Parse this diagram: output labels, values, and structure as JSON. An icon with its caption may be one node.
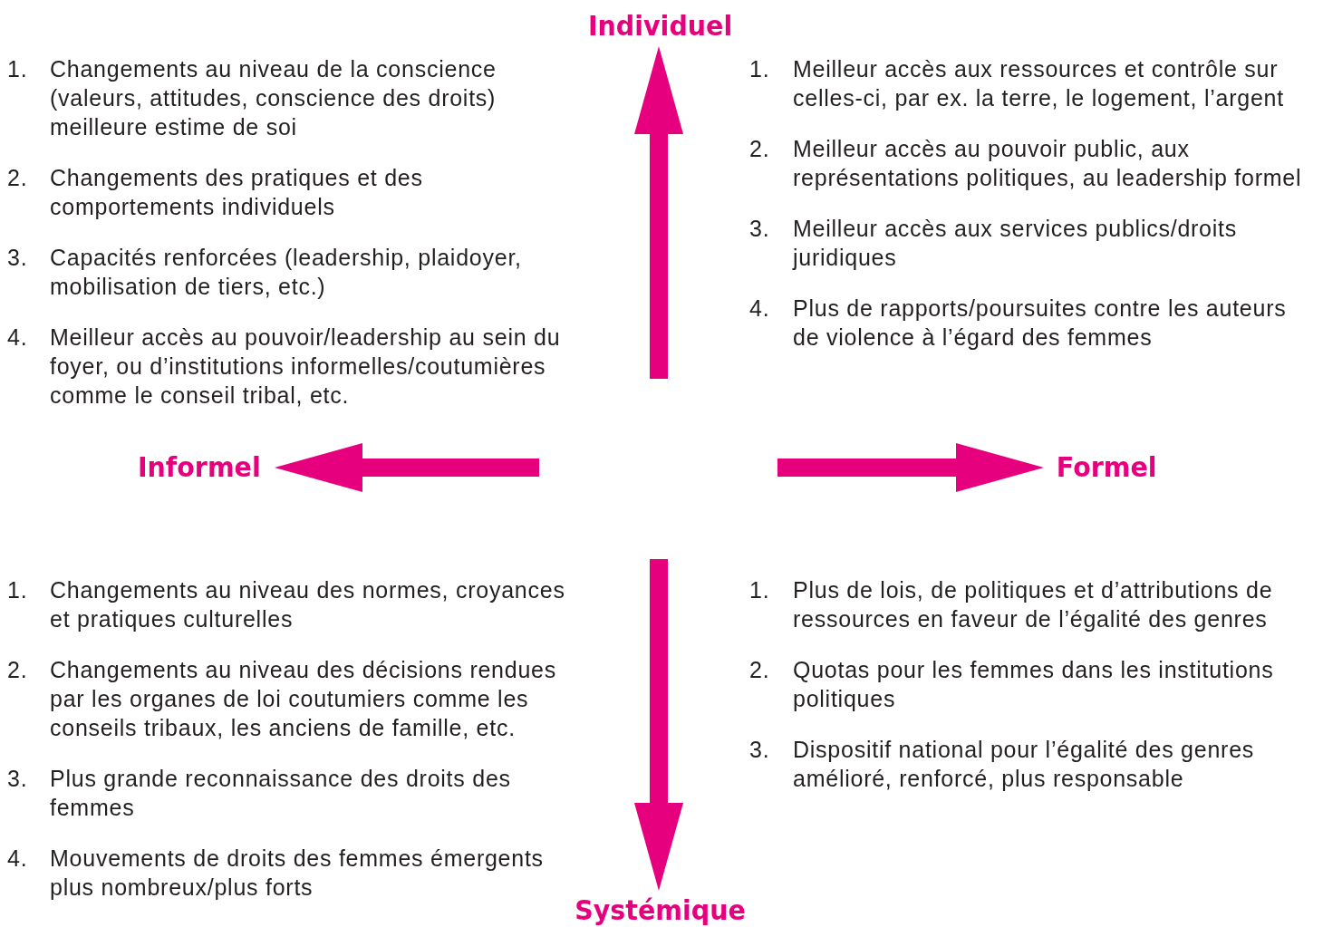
{
  "diagram": {
    "nodes": [
      {
        "text": [
          "Individuel"
        ]
      },
      {
        "text": [
          "Informel"
        ]
      },
      {
        "text": [
          "Formel"
        ]
      },
      {
        "text": [
          "Systémique"
        ]
      }
    ],
    "edges": [
      {
        "from": null,
        "to": 0,
        "arrow": "to"
      },
      {
        "from": null,
        "to": 1,
        "arrow": "to"
      },
      {
        "from": null,
        "to": 2,
        "arrow": "to"
      },
      {
        "from": null,
        "to": 3,
        "arrow": "to"
      }
    ],
    "labels": [
      "1.",
      "Changements au niveau de la conscience (valeurs, attitudes, conscience des droits) meilleure estime de soi",
      "2.",
      "Changements des pratiques et des comportements individuels",
      "3.",
      "Capacités renforcées (leadership, plaidoyer, mobilisation de tiers, etc.)",
      "4.",
      "Meilleur accès au pouvoir/leadership au sein du foyer, ou d’institutions informelles/coutumières comme le conseil tribal, etc.",
      "1.",
      "Meilleur accès aux ressources et contrôle sur celles-ci, par ex. la terre, le logement, l’argent",
      "2.",
      "Meilleur accès au pouvoir public, aux représentations politiques, au  leadership formel",
      "3.",
      "Meilleur accès aux services publics/droits juridiques",
      "4.",
      "Plus de rapports/poursuites contre les auteurs de violence à l’égard des femmes",
      "1.",
      "Changements au niveau des normes, croyances et pratiques culturelles",
      "2.",
      "Changements au niveau des décisions rendues par les organes de loi coutumiers comme les conseils tribaux, les anciens de famille, etc.",
      "3.",
      "Plus grande reconnaissance des droits des femmes",
      "4.",
      "Mouvements de droits des femmes émergents plus nombreux/plus forts",
      "1.",
      "Plus de lois, de politiques et d’attributions de ressources en faveur de l’égalité des genres",
      "2.",
      "Quotas pour les femmes dans les institutions politiques",
      "3.",
      "Dispositif national pour l’égalité des genres amélioré, renforcé, plus responsable"
    ]
  }
}
